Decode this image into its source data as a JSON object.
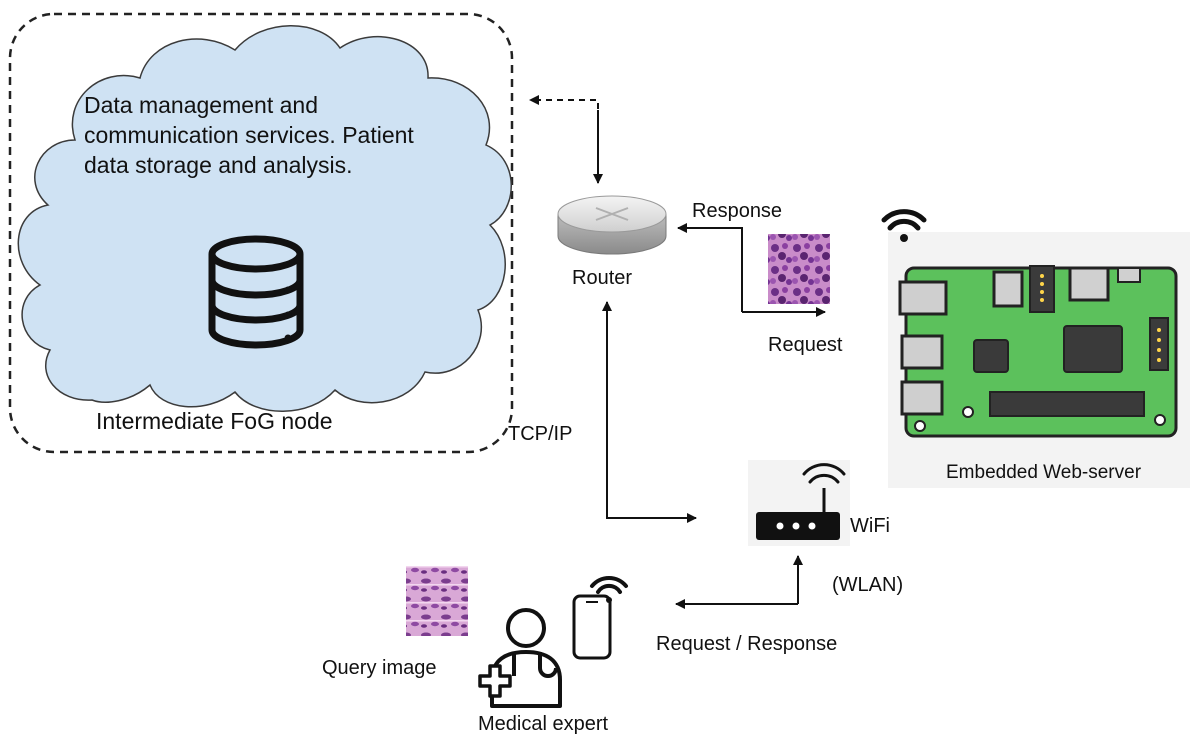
{
  "fog_node": {
    "description": "Data management and communication services. Patient data storage and analysis.",
    "title": "Intermediate FoG node",
    "icon": "database-icon"
  },
  "router": {
    "label": "Router",
    "icon": "router-icon"
  },
  "web_server": {
    "label": "Embedded Web-server",
    "icon": "circuit-board-icon",
    "wireless_icon": "wifi-icon"
  },
  "links": {
    "tcp_ip": "TCP/IP",
    "response": "Response",
    "request": "Request",
    "request_response": "Request / Response"
  },
  "access_point": {
    "label": "WiFi",
    "sublabel": "(WLAN)",
    "icon": "wifi-router-icon"
  },
  "expert": {
    "label": "Medical expert",
    "icon": "doctor-icon",
    "device_icon": "smartphone-icon"
  },
  "query": {
    "label": "Query image",
    "icon": "histology-image-icon"
  },
  "colors": {
    "cloud_fill": "#cfe2f3",
    "board_green": "#5cc15c",
    "tissue_purple": "#a45ab0"
  }
}
